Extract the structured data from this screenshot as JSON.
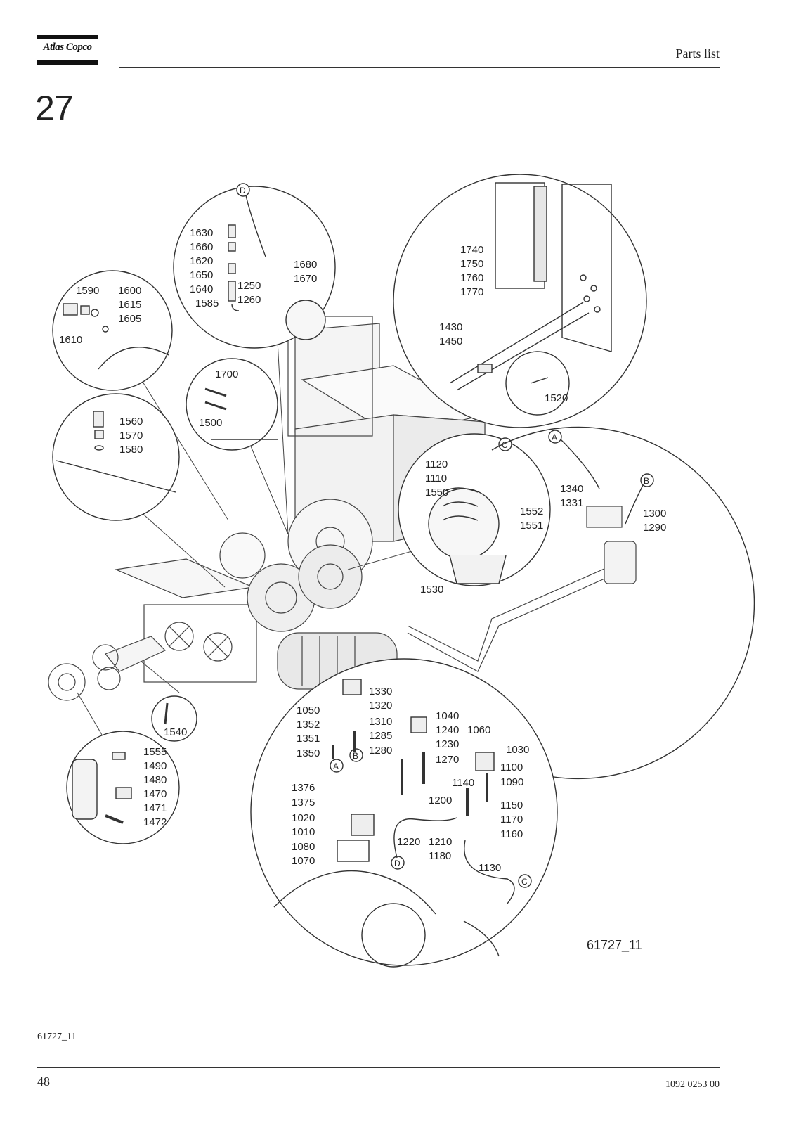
{
  "header": {
    "brand": "Atlas Copco",
    "title": "Parts list"
  },
  "section_number": "27",
  "drawing": {
    "ref_inline": "61727_11",
    "callout_letters": [
      "A",
      "B",
      "C",
      "D"
    ],
    "labels": {
      "l1630": "1630",
      "l1660": "1660",
      "l1620": "1620",
      "l1650": "1650",
      "l1640": "1640",
      "l1585": "1585",
      "l1250": "1250",
      "l1260": "1260",
      "l1680": "1680",
      "l1670": "1670",
      "l1590": "1590",
      "l1600": "1600",
      "l1615": "1615",
      "l1605": "1605",
      "l1610": "1610",
      "l1740": "1740",
      "l1750": "1750",
      "l1760": "1760",
      "l1770": "1770",
      "l1430": "1430",
      "l1450": "1450",
      "l1520": "1520",
      "l1700": "1700",
      "l1500": "1500",
      "l1560": "1560",
      "l1570": "1570",
      "l1580": "1580",
      "l1120": "1120",
      "l1110": "1110",
      "l1550": "1550",
      "l1552": "1552",
      "l1551": "1551",
      "l1340": "1340",
      "l1331": "1331",
      "l1300": "1300",
      "l1290": "1290",
      "l1530": "1530",
      "l1540": "1540",
      "l1555": "1555",
      "l1490": "1490",
      "l1480": "1480",
      "l1470": "1470",
      "l1471": "1471",
      "l1472": "1472",
      "l1330": "1330",
      "l1050": "1050",
      "l1320": "1320",
      "l1352": "1352",
      "l1310": "1310",
      "l1351": "1351",
      "l1285": "1285",
      "l1350": "1350",
      "l1280": "1280",
      "l1040": "1040",
      "l1240": "1240",
      "l1060": "1060",
      "l1230": "1230",
      "l1030": "1030",
      "l1270": "1270",
      "l1100": "1100",
      "l1140": "1140",
      "l1090": "1090",
      "l1200": "1200",
      "l1150": "1150",
      "l1170": "1170",
      "l1160": "1160",
      "l1376": "1376",
      "l1375": "1375",
      "l1020": "1020",
      "l1010": "1010",
      "l1080": "1080",
      "l1070": "1070",
      "l1220": "1220",
      "l1210": "1210",
      "l1180": "1180",
      "l1130": "1130"
    }
  },
  "footer": {
    "drawing_ref": "61727_11",
    "page_number": "48",
    "doc_number": "1092 0253 00"
  }
}
